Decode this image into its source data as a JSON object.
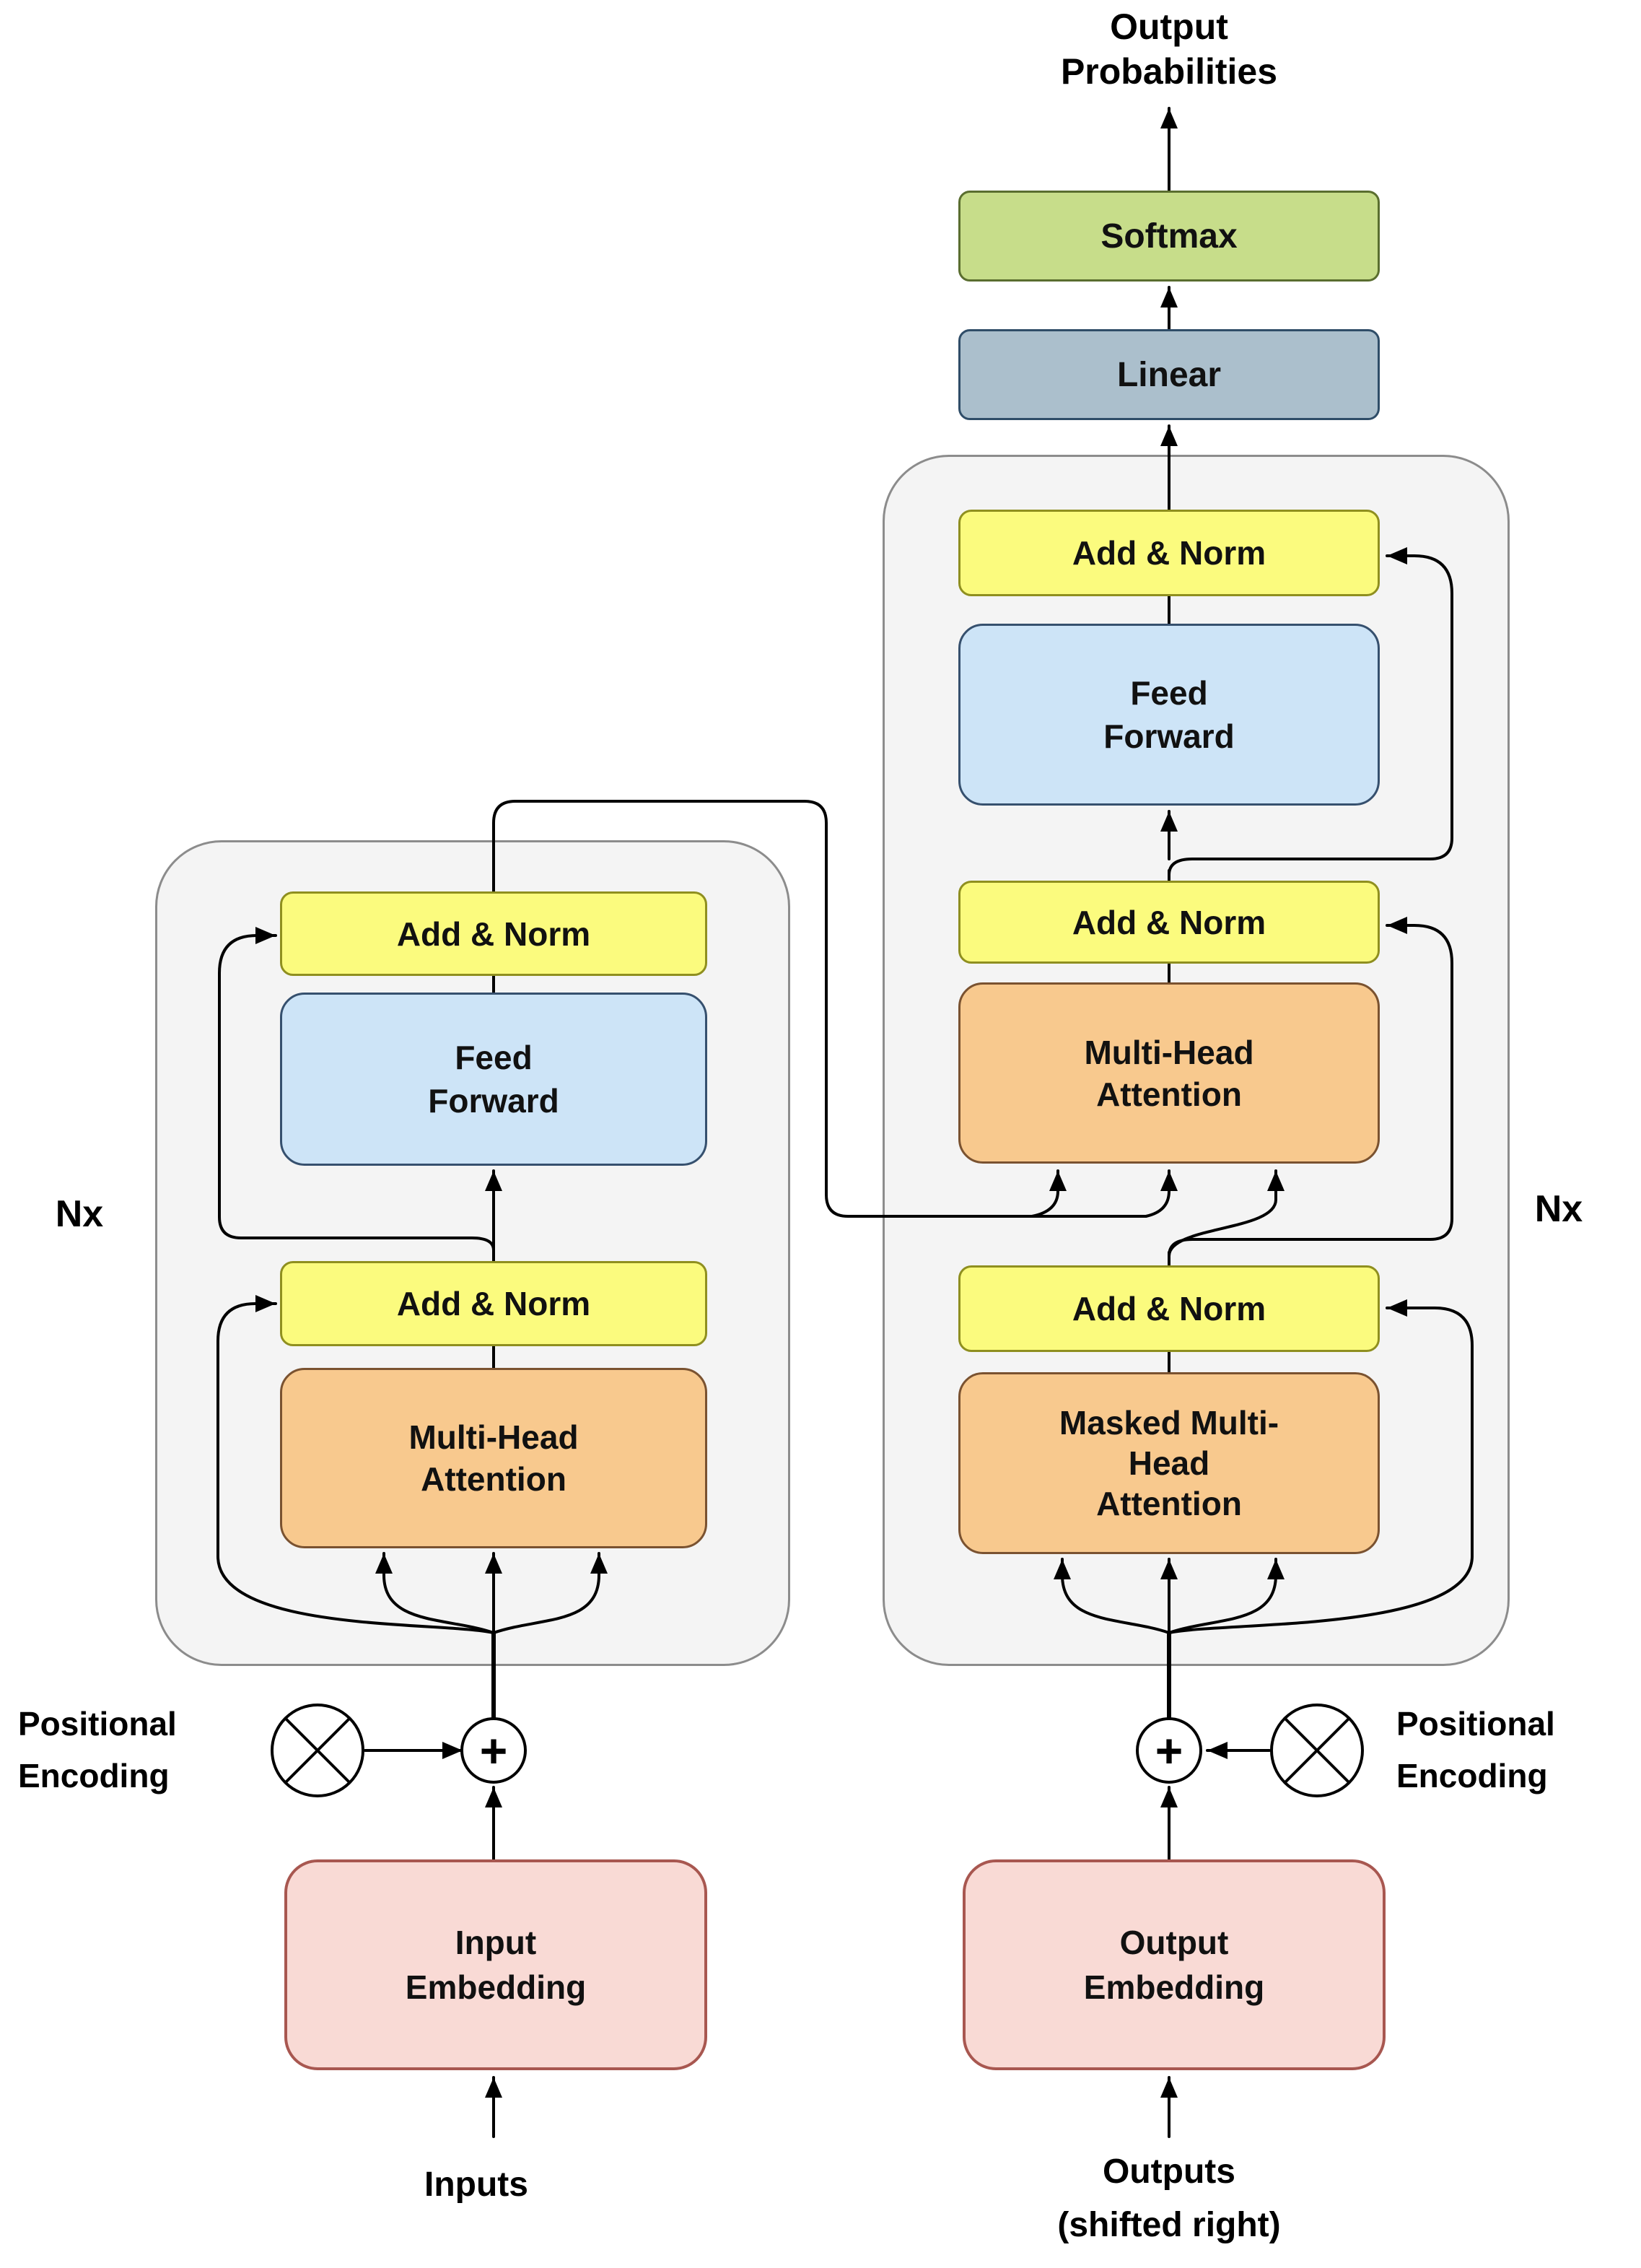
{
  "title_lines": [
    "Output",
    "Probabilities"
  ],
  "boxes": {
    "softmax": "Softmax",
    "linear": "Linear",
    "add_norm": "Add & Norm",
    "feed_forward": [
      "Feed",
      "Forward"
    ],
    "multi_head_attention": [
      "Multi-Head",
      "Attention"
    ],
    "masked_multi_head_attention": [
      "Masked Multi-",
      "Head",
      "Attention"
    ],
    "input_embedding": [
      "Input",
      "Embedding"
    ],
    "output_embedding": [
      "Output",
      "Embedding"
    ]
  },
  "labels": {
    "nx": "Nx",
    "positional_encoding": [
      "Positional",
      "Encoding"
    ],
    "inputs": "Inputs",
    "outputs": [
      "Outputs",
      "(shifted right)"
    ],
    "plus": "+"
  },
  "colors": {
    "add_norm_fill": "#fbfb7e",
    "add_norm_border": "#8f8f1f",
    "attention_fill": "#f8c98e",
    "attention_border": "#7a5230",
    "feed_forward_fill": "#cde4f7",
    "feed_forward_border": "#36506e",
    "softmax_fill": "#c7dd8a",
    "softmax_border": "#5a6e2f",
    "linear_fill": "#abbfcc",
    "linear_border": "#2f4d68",
    "embedding_fill": "#f9dad5",
    "embedding_border": "#a85750",
    "stack_container_fill": "#f4f4f4",
    "stack_container_border": "#8c8c8c",
    "wire": "#000000"
  }
}
